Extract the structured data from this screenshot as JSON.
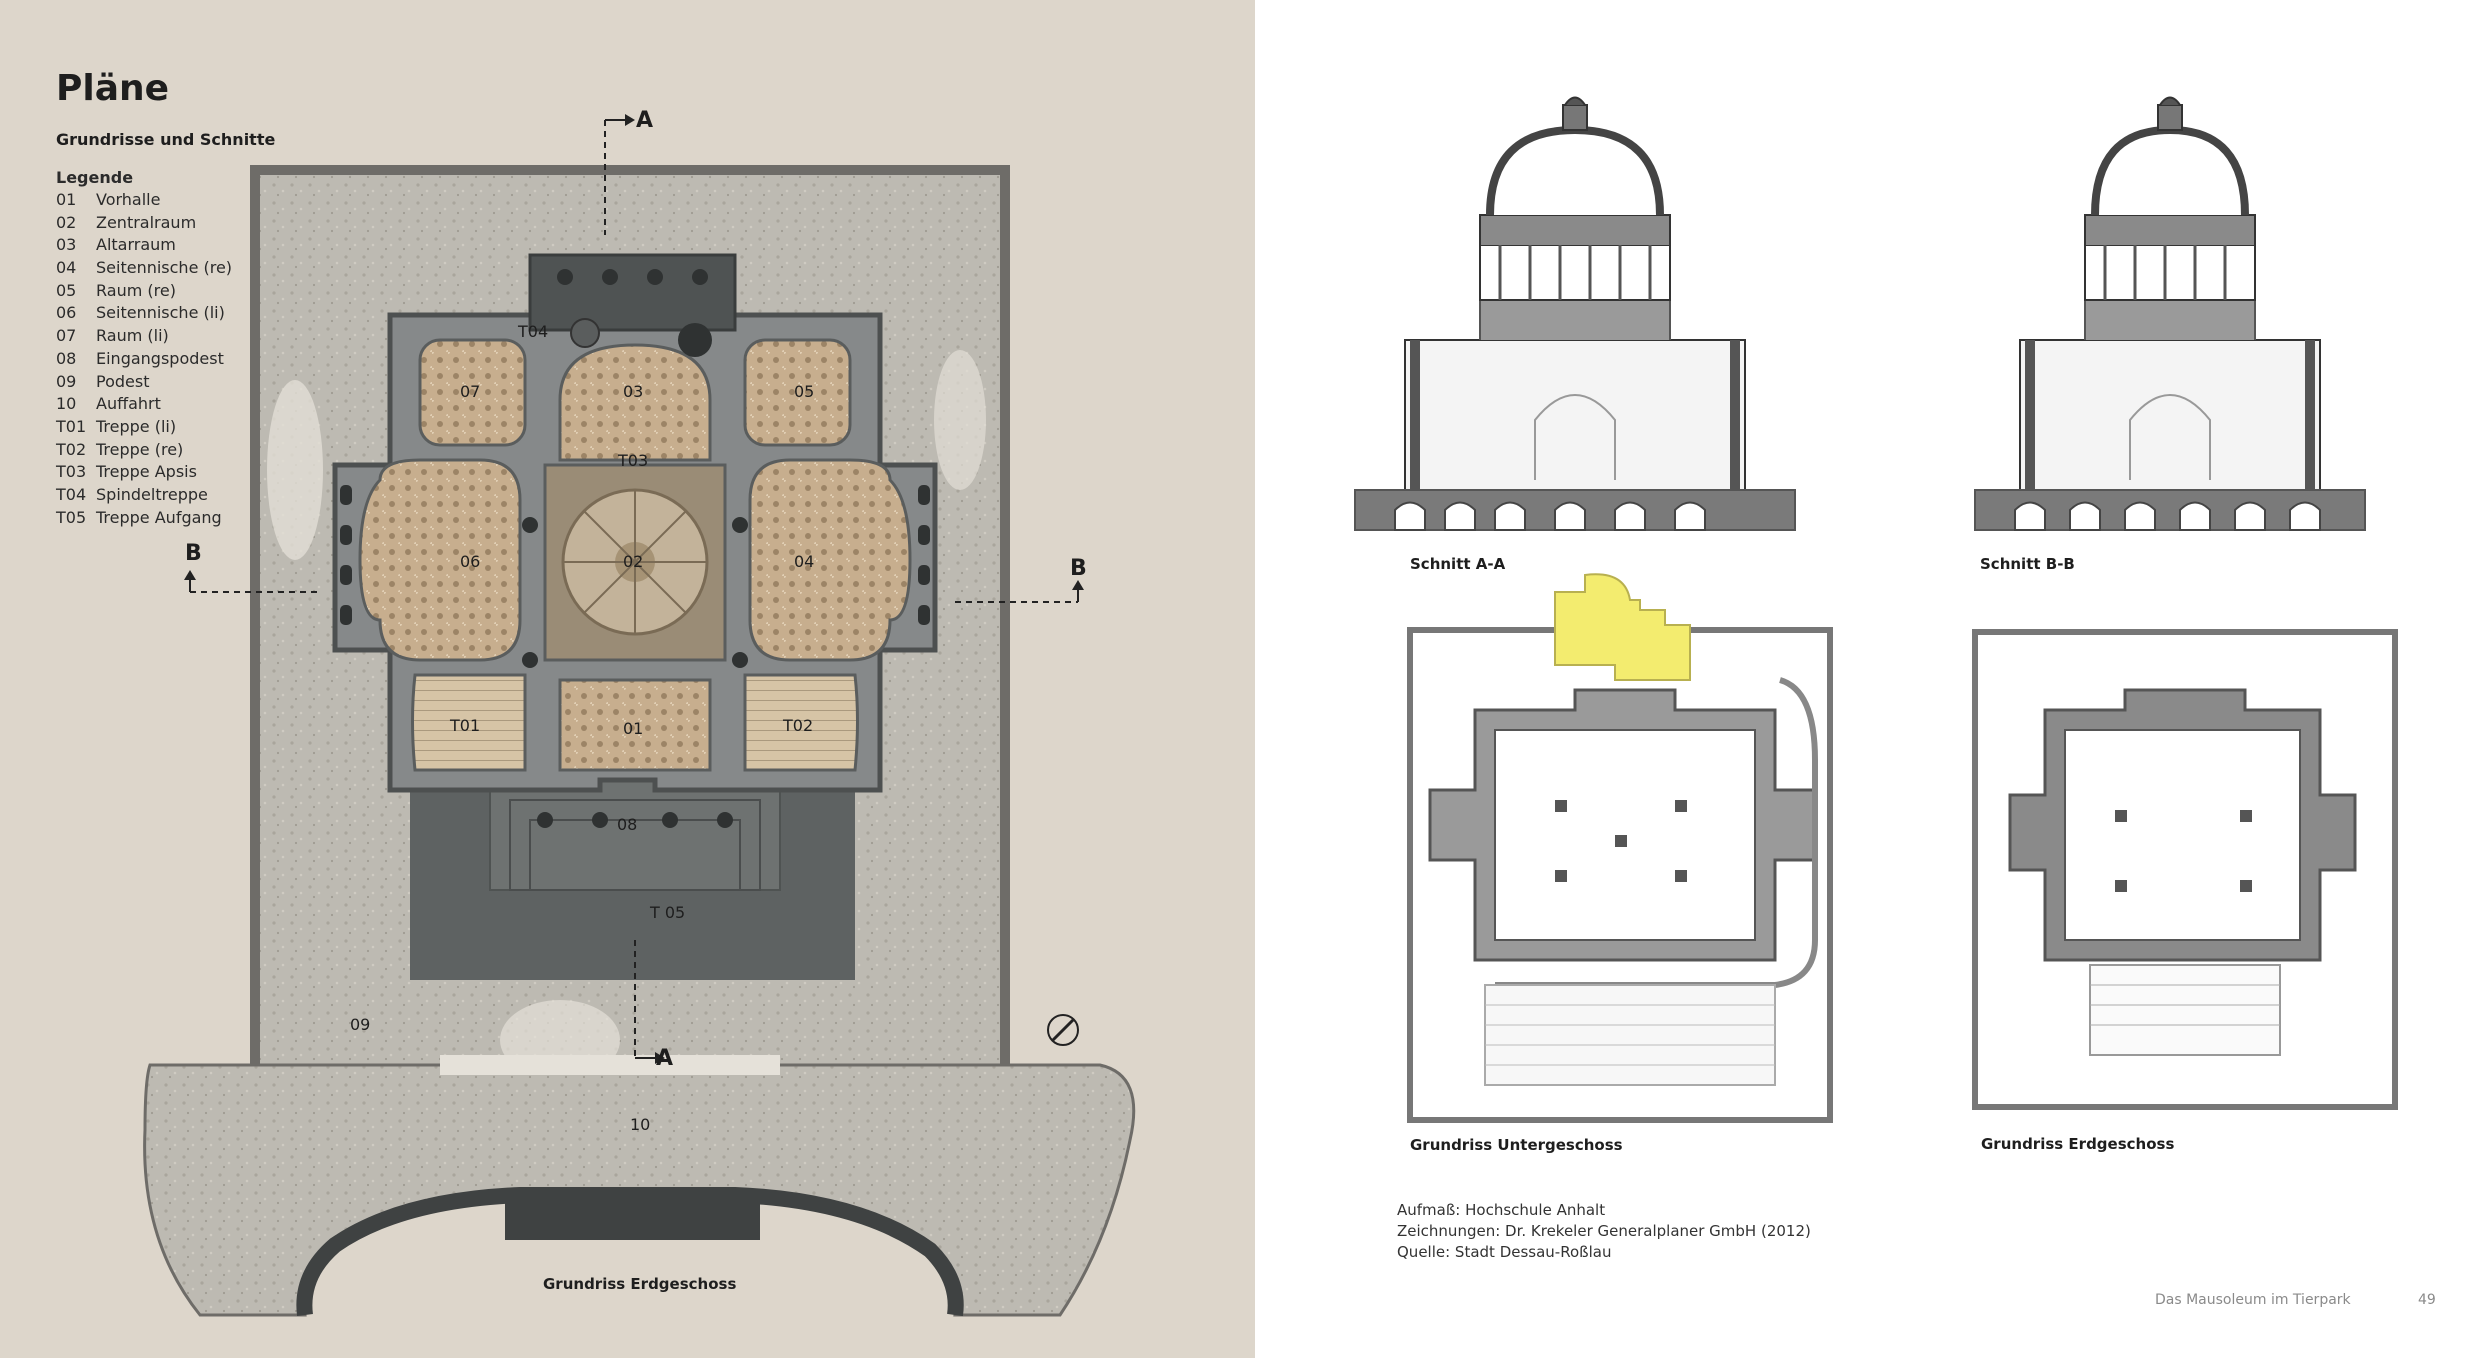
{
  "left": {
    "title": "Pläne",
    "subtitle": "Grundrisse und Schnitte",
    "legend_heading": "Legende",
    "legend": [
      {
        "code": "01",
        "label": "Vorhalle"
      },
      {
        "code": "02",
        "label": "Zentralraum"
      },
      {
        "code": "03",
        "label": "Altarraum"
      },
      {
        "code": "04",
        "label": "Seitennische (re)"
      },
      {
        "code": "05",
        "label": "Raum (re)"
      },
      {
        "code": "06",
        "label": "Seitennische (li)"
      },
      {
        "code": "07",
        "label": "Raum (li)"
      },
      {
        "code": "08",
        "label": "Eingangspodest"
      },
      {
        "code": "09",
        "label": "Podest"
      },
      {
        "code": "10",
        "label": "Auffahrt"
      },
      {
        "code": "T01",
        "label": "Treppe (li)"
      },
      {
        "code": "T02",
        "label": "Treppe (re)"
      },
      {
        "code": "T03",
        "label": "Treppe Apsis"
      },
      {
        "code": "T04",
        "label": "Spindeltreppe"
      },
      {
        "code": "T05",
        "label": "Treppe Aufgang"
      }
    ],
    "plan_labels": {
      "r01": "01",
      "r02": "02",
      "r03": "03",
      "r04": "04",
      "r05": "05",
      "r06": "06",
      "r07": "07",
      "r08": "08",
      "r09": "09",
      "r10": "10",
      "t01": "T01",
      "t02": "T02",
      "t03": "T03",
      "t04": "T04",
      "t05": "T 05"
    },
    "section_markers": {
      "a_top": "A",
      "a_bottom": "A",
      "b_left": "B",
      "b_right": "B"
    },
    "plan_caption": "Grundriss Erdgeschoss"
  },
  "right": {
    "section_aa_caption": "Schnitt A-A",
    "section_bb_caption": "Schnitt B-B",
    "plan_ug_caption": "Grundriss Untergeschoss",
    "plan_eg_caption": "Grundriss Erdgeschoss",
    "credits": [
      "Aufmaß: Hochschule Anhalt",
      "Zeichnungen: Dr. Krekeler Generalplaner GmbH (2012)",
      "Quelle: Stadt Dessau-Roßlau"
    ]
  },
  "footer": {
    "title": "Das Mausoleum im Tierpark",
    "page_number": "49"
  },
  "colors": {
    "left_page_bg": "#ddd6cb",
    "highlight_yellow": "#f3ec6f",
    "plan_wall": "#7d7f80",
    "plan_floor": "#c4ab8c"
  }
}
